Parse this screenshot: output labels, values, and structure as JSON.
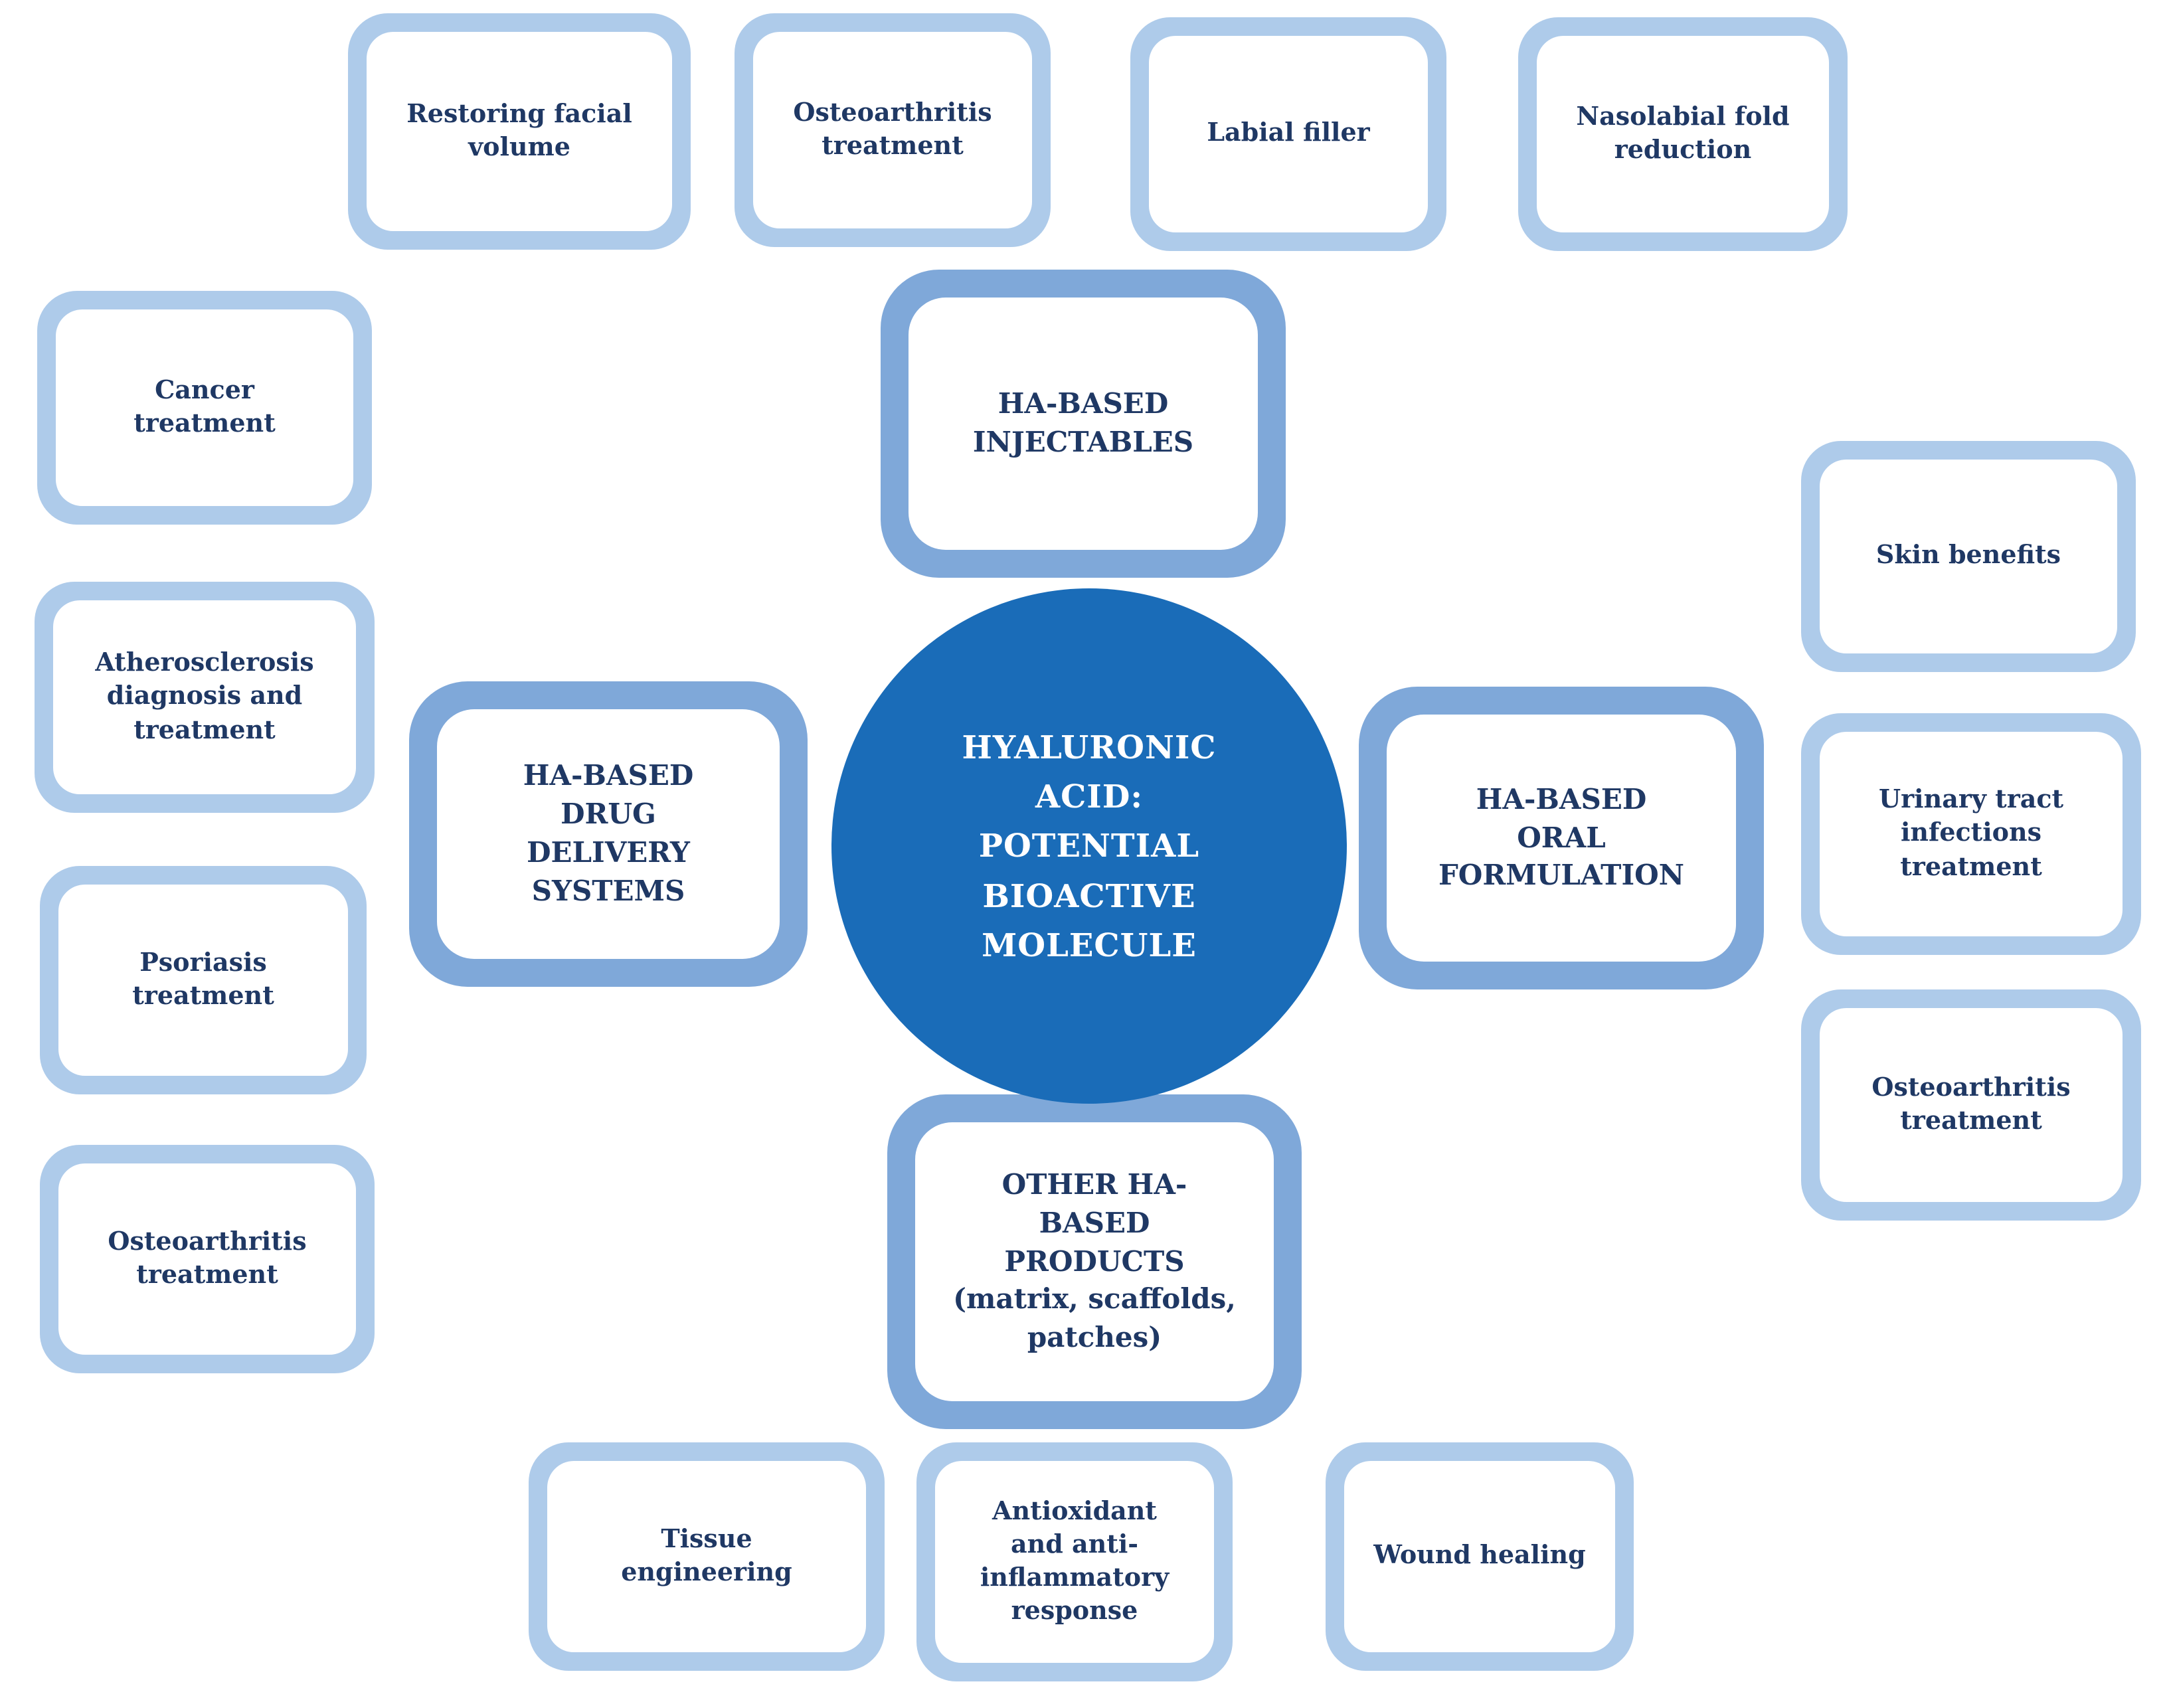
{
  "title": "Hyaluronic acid applications diagram",
  "colors": {
    "satellite_fill": "#aecbea",
    "hub_fill": "#7fa8d9",
    "circle_fill": "#1a6cb8",
    "inner_fill": "#ffffff",
    "text_color": "#1f3864"
  },
  "center": {
    "label": "HYALURONIC\nACID:\nPOTENTIAL\nBIOACTIVE\nMOLECULE"
  },
  "hubs": [
    {
      "id": "ha-based-injectables",
      "label": "HA-BASED\nINJECTABLES"
    },
    {
      "id": "ha-based-drug-delivery-systems",
      "label": "HA-BASED\nDRUG\nDELIVERY\nSYSTEMS"
    },
    {
      "id": "ha-based-oral-formulation",
      "label": "HA-BASED\nORAL\nFORMULATION"
    },
    {
      "id": "other-ha-based-products",
      "label": "OTHER HA-\nBASED\nPRODUCTS\n(matrix, scaffolds,\npatches)"
    }
  ],
  "satellites": [
    {
      "id": "restoring-facial-volume",
      "label": "Restoring facial\nvolume"
    },
    {
      "id": "osteoarthritis-treatment-top",
      "label": "Osteoarthritis\ntreatment"
    },
    {
      "id": "labial-filler",
      "label": "Labial filler"
    },
    {
      "id": "nasolabial-fold-reduction",
      "label": "Nasolabial fold\nreduction"
    },
    {
      "id": "cancer-treatment",
      "label": "Cancer\ntreatment"
    },
    {
      "id": "atherosclerosis-diagnosis-and-treatment",
      "label": "Atherosclerosis\ndiagnosis and\ntreatment"
    },
    {
      "id": "psoriasis-treatment",
      "label": "Psoriasis\ntreatment"
    },
    {
      "id": "osteoarthritis-treatment-left",
      "label": "Osteoarthritis\ntreatment"
    },
    {
      "id": "skin-benefits",
      "label": "Skin benefits"
    },
    {
      "id": "urinary-tract-infections-treatment",
      "label": "Urinary tract\ninfections\ntreatment"
    },
    {
      "id": "osteoarthritis-treatment-right",
      "label": "Osteoarthritis\ntreatment"
    },
    {
      "id": "tissue-engineering",
      "label": "Tissue\nengineering"
    },
    {
      "id": "antioxidant-anti-inflammatory-response",
      "label": "Antioxidant\nand anti-\ninflammatory\nresponse"
    },
    {
      "id": "wound-healing",
      "label": "Wound healing"
    }
  ]
}
